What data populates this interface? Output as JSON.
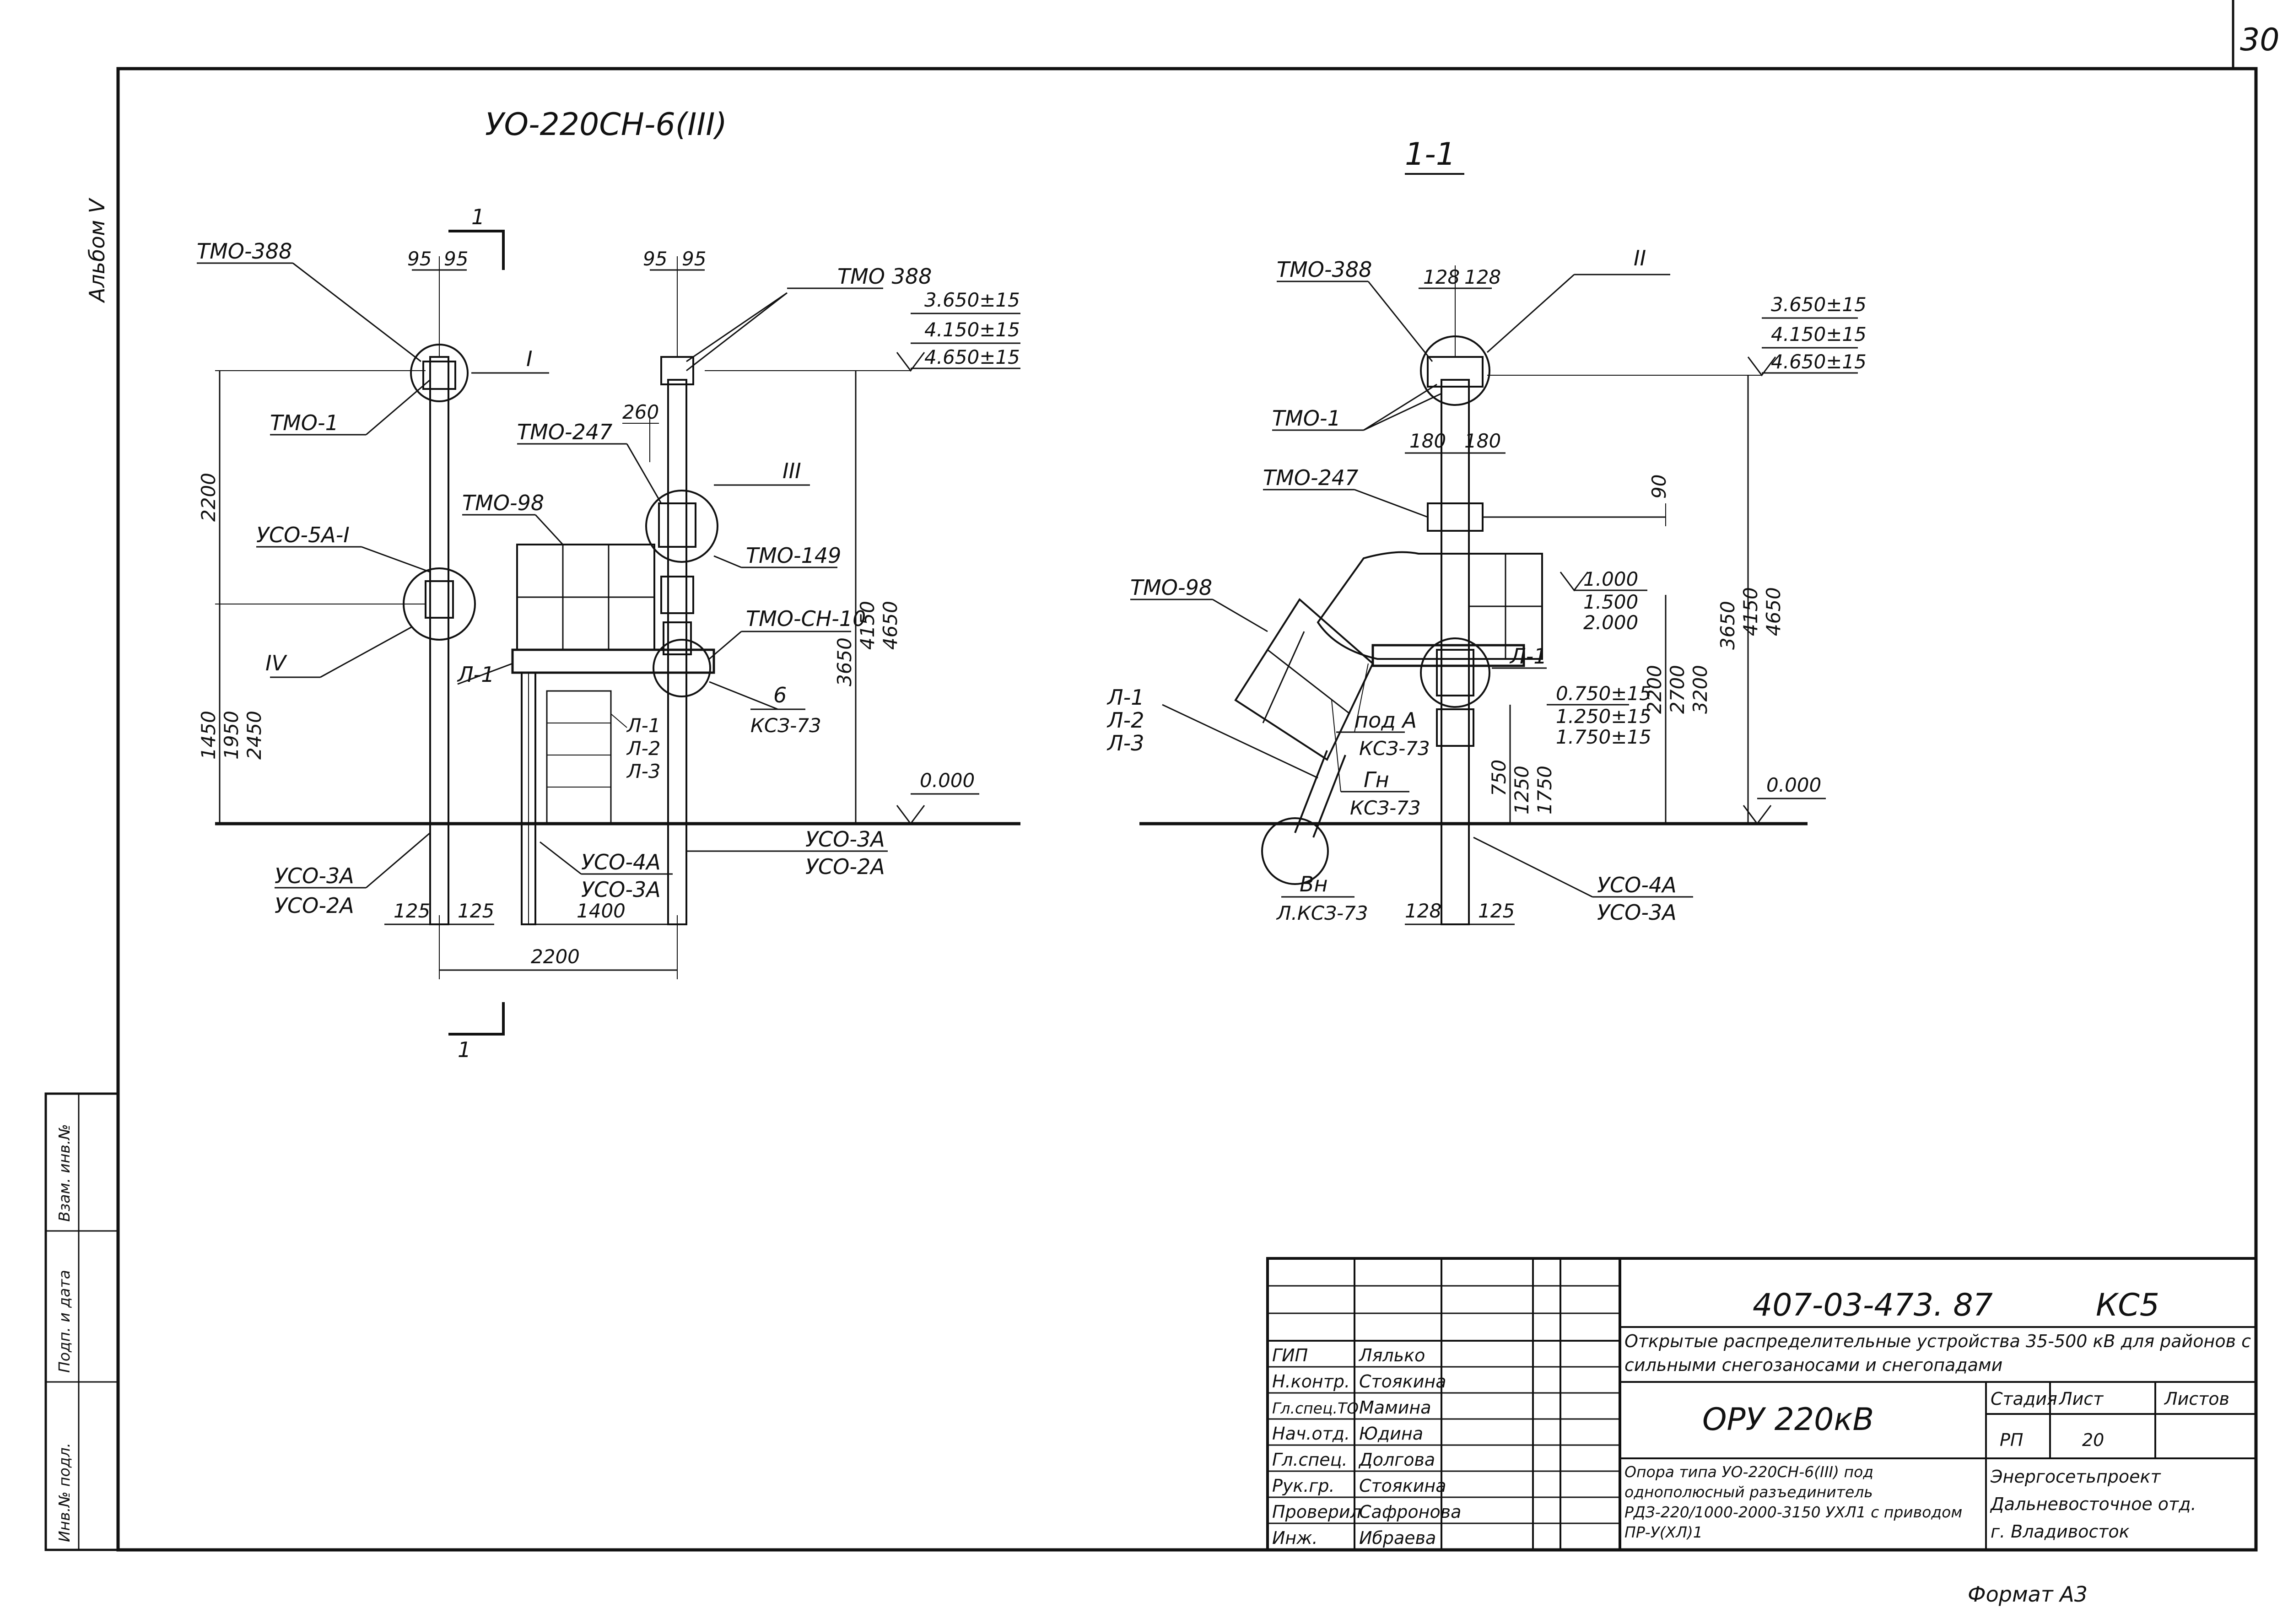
{
  "sheet": {
    "page_number": "30",
    "album_label": "Альбом V",
    "format_note": "Формат А3"
  },
  "side_stamp": {
    "inv_original": "Инв.№ подл.",
    "sign_date": "Подп. и дата",
    "replaces_inv": "Взам. инв.№"
  },
  "view_front": {
    "title": "УО-220СН-6(III)",
    "callouts": [
      "ТМО-388",
      "ТМО-1",
      "УСО-5А-I",
      "ТМО-98",
      "Л-1",
      "ТМО-247",
      "ТМО-149",
      "ТМО-СН-10",
      "ТМО 388"
    ],
    "roman": [
      "I",
      "III",
      "IV"
    ],
    "label_6": "6",
    "label_ks": "КСЗ-73",
    "legs_left": [
      "УСО-3А",
      "УСО-2А"
    ],
    "legs_mid": [
      "УСО-4А",
      "УСО-3А"
    ],
    "legs_right": [
      "УСО-3А",
      "УСО-2А"
    ],
    "stack_l": [
      "Л-1",
      "Л-2",
      "Л-3"
    ],
    "dims_top": [
      "95",
      "95",
      "95",
      "95"
    ],
    "dim_260": "260",
    "elev_labels": [
      "3.650±15",
      "4.150±15",
      "4.650±15"
    ],
    "elev_zero": "0.000",
    "vdims_left": [
      "2200",
      "1450",
      "1950",
      "2450"
    ],
    "vdims_right": [
      "3650",
      "4150",
      "4650"
    ],
    "hdims": [
      "125",
      "125",
      "1400",
      "2200"
    ],
    "section_mark": "1"
  },
  "view_section": {
    "title": "1-1",
    "callouts": [
      "ТМО-388",
      "ТМО-1",
      "ТМО-247",
      "ТМО-98",
      "Л-1"
    ],
    "roman": "II",
    "stack_l": [
      "Л-1",
      "Л-2",
      "Л-3"
    ],
    "pod_a": "под А",
    "gn": "Гн",
    "vn": "Вн",
    "ks": [
      "КСЗ-73",
      "КСЗ-73",
      "Л.КСЗ-73"
    ],
    "legs": [
      "УСО-4А",
      "УСО-3А"
    ],
    "dims_top": [
      "128",
      "128"
    ],
    "dims_mid": [
      "180",
      "180"
    ],
    "dims_bot": [
      "128",
      "125"
    ],
    "dim_90": "90",
    "elev_top": [
      "3.650±15",
      "4.150±15",
      "4.650±15"
    ],
    "elev_mid": [
      "1.000",
      "1.500",
      "2.000"
    ],
    "elev_low": [
      "0.750±15",
      "1.250±15",
      "1.750±15"
    ],
    "elev_zero": "0.000",
    "vdims_a": [
      "750",
      "1250",
      "1750"
    ],
    "vdims_b": [
      "2200",
      "2700",
      "3200"
    ],
    "vdims_c": [
      "3650",
      "4150",
      "4650"
    ]
  },
  "title_block": {
    "doc_code": "407-03-473. 87",
    "doc_mark": "КС5",
    "project_title": "Открытые распределительные устройства 35-500 кВ для районов с сильными снегозаносами и снегопадами",
    "object": "ОРУ 220кВ",
    "sheet_title": "Опора типа УО-220СН-6(III) под однополюсный разъединитель РДЗ-220/1000-2000-3150 УХЛ1 с приводом ПР-У(ХЛ)1",
    "headers": [
      "Стадия",
      "Лист",
      "Листов"
    ],
    "stage": "РП",
    "sheet_no": "20",
    "sheets_total": "",
    "org": [
      "Энергосетьпроект",
      "Дальневосточное отд.",
      "г. Владивосток"
    ],
    "staff": [
      {
        "role": "ГИП",
        "name": "Лялько"
      },
      {
        "role": "Н.контр.",
        "name": "Стоякина"
      },
      {
        "role": "Гл.спец.ТО",
        "name": "Мамина"
      },
      {
        "role": "Нач.отд.",
        "name": "Юдина"
      },
      {
        "role": "Гл.спец.",
        "name": "Долгова"
      },
      {
        "role": "Рук.гр.",
        "name": "Стоякина"
      },
      {
        "role": "Проверил",
        "name": "Сафронова"
      },
      {
        "role": "Инж.",
        "name": "Ибраева"
      }
    ]
  }
}
